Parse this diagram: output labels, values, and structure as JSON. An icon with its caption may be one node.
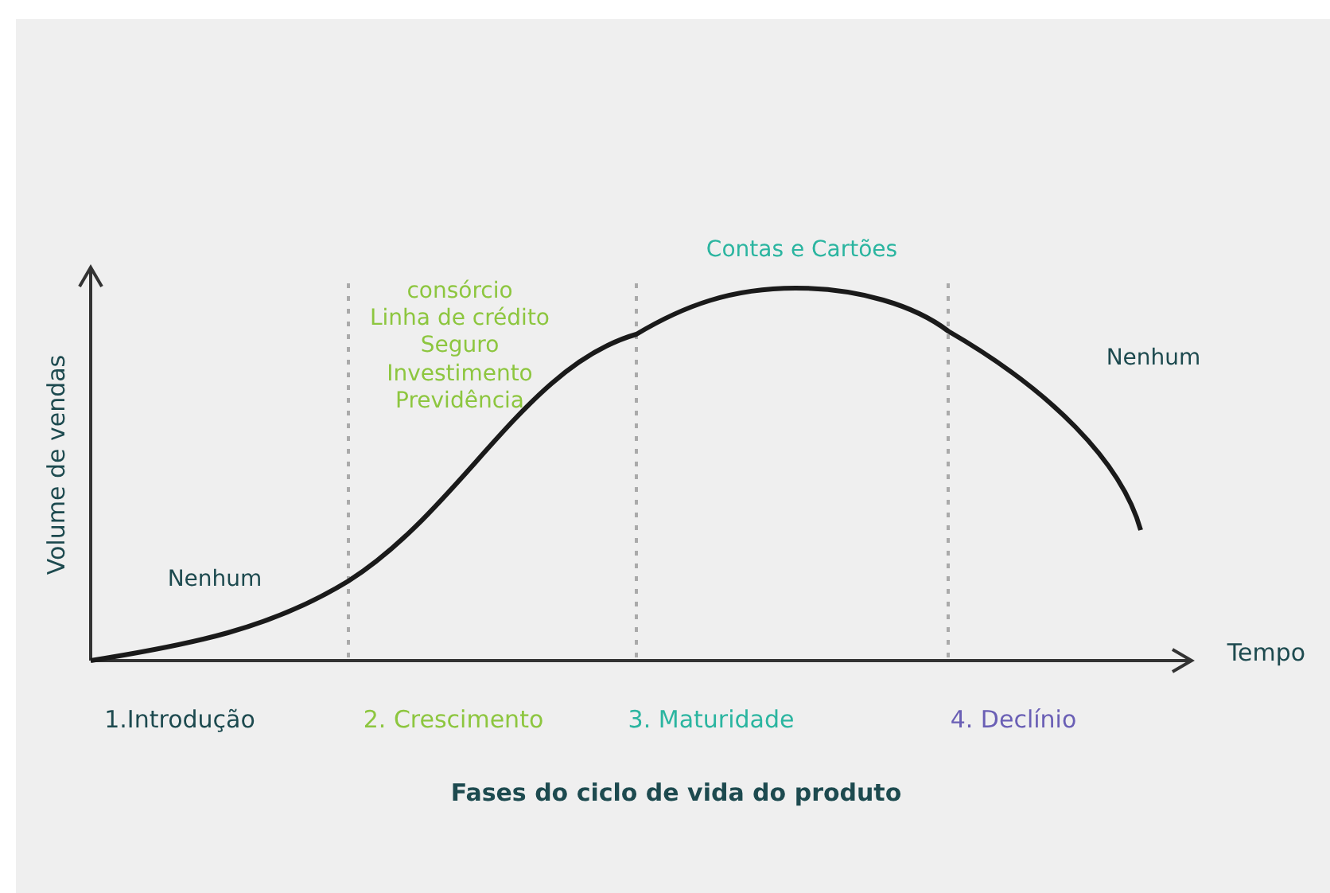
{
  "diagram": {
    "caption": "Fases do ciclo de vida do produto",
    "labels": [
      "Contas e Cartões",
      "consórcio",
      "Linha de crédito",
      "Seguro",
      "Investimento",
      "Previdência",
      "Nenhum",
      "Volume de vendas",
      "Nenhum",
      "Tempo",
      "1.Introdução",
      "2. Crescimento",
      "3. Maturidade",
      "4. Declínio"
    ]
  }
}
